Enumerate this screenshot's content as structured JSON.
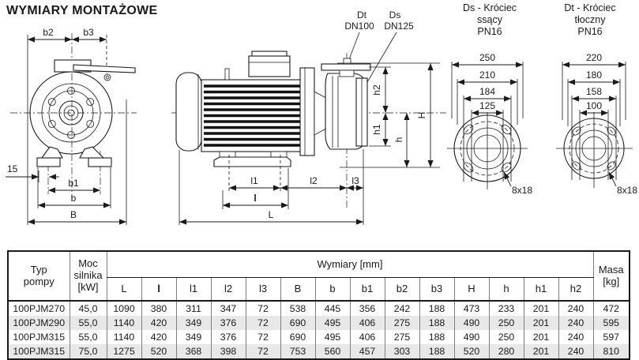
{
  "title": "WYMIARY MONTAŻOWE",
  "drawings": {
    "front": {
      "b2": "b2",
      "b3": "b3",
      "dim15": "15",
      "b1": "b1",
      "b": "b",
      "B": "B"
    },
    "side": {
      "dt_label": "Dt",
      "dt_size": "DN100",
      "ds_label": "Ds",
      "ds_size": "DN125",
      "h2": "h2",
      "h1": "h1",
      "h": "h",
      "H": "H",
      "l1": "l1",
      "l2": "l2",
      "l3": "l3",
      "l": "l",
      "L": "L"
    },
    "flange_ds": {
      "line1": "Ds - Króciec",
      "line2": "ssący",
      "line3": "PN16",
      "d250": "250",
      "d210": "210",
      "d184": "184",
      "d125": "125",
      "holes": "8x18"
    },
    "flange_dt": {
      "line1": "Dt - Króciec",
      "line2": "tłoczny",
      "line3": "PN16",
      "d220": "220",
      "d180": "180",
      "d158": "158",
      "d100": "100",
      "holes": "8x18"
    }
  },
  "table": {
    "col_typ": "Typ pompy",
    "col_moc": "Moc silnika [kW]",
    "col_wymiary": "Wymiary [mm]",
    "col_masa": "Masa [kg]",
    "dim_cols": [
      "L",
      "l",
      "l1",
      "l2",
      "l3",
      "B",
      "b",
      "b1",
      "b2",
      "b3",
      "H",
      "h",
      "h1",
      "h2"
    ],
    "rows": [
      {
        "typ": "100PJM270",
        "moc": "45,0",
        "dims": [
          "1090",
          "380",
          "311",
          "347",
          "72",
          "538",
          "445",
          "356",
          "242",
          "188",
          "473",
          "233",
          "201",
          "240"
        ],
        "masa": "472"
      },
      {
        "typ": "100PJM290",
        "moc": "55,0",
        "dims": [
          "1140",
          "420",
          "349",
          "376",
          "72",
          "690",
          "495",
          "406",
          "275",
          "188",
          "490",
          "250",
          "201",
          "240"
        ],
        "masa": "595"
      },
      {
        "typ": "100PJM315",
        "moc": "55,0",
        "dims": [
          "1140",
          "420",
          "349",
          "376",
          "72",
          "690",
          "495",
          "406",
          "275",
          "188",
          "490",
          "250",
          "201",
          "240"
        ],
        "masa": "597"
      },
      {
        "typ": "100PJM315",
        "moc": "75,0",
        "dims": [
          "1275",
          "520",
          "368",
          "398",
          "72",
          "753",
          "560",
          "457",
          "303",
          "188",
          "520",
          "280",
          "201",
          "240"
        ],
        "masa": "810"
      }
    ]
  }
}
